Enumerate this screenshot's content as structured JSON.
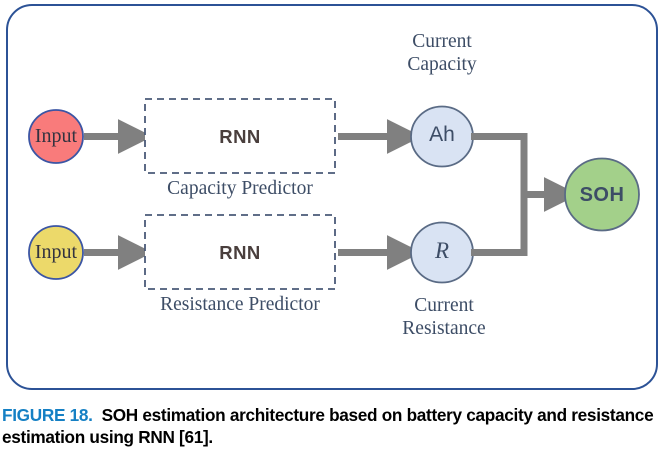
{
  "figure": {
    "caption_number": "FIGURE 18.",
    "caption_text": "SOH estimation architecture based on battery capacity and resistance estimation using RNN [61]."
  },
  "diagram": {
    "type": "block-flow-architecture",
    "title_implied": "SOH estimation architecture",
    "branches": [
      {
        "name": "capacity-branch",
        "input_label": "Input",
        "input_color": "#f97b7b",
        "input_border": "#3b55a4",
        "block_label": "RNN",
        "block_caption": "Capacity Predictor",
        "output_label": "Ah",
        "output_color": "#d9e3f3",
        "output_border": "#5a6b85",
        "output_caption": "Current Capacity"
      },
      {
        "name": "resistance-branch",
        "input_label": "Input",
        "input_color": "#ecd96a",
        "input_border": "#3b55a4",
        "block_label": "RNN",
        "block_caption": "Resistance Predictor",
        "output_label": "R",
        "output_color": "#d9e3f3",
        "output_border": "#5a6b85",
        "output_caption": "Current Resistance"
      }
    ],
    "result": {
      "label": "SOH",
      "color": "#a3d08a",
      "border": "#5a6b85"
    },
    "colors": {
      "frame_border": "#2c5296",
      "arrow": "#808080",
      "label_text": "#3d4d66",
      "block_text": "#4a3f3d",
      "figure_number": "#1580c4"
    },
    "labels": {
      "current_capacity_line1": "Current",
      "current_capacity_line2": "Capacity",
      "current_resistance_line1": "Current",
      "current_resistance_line2": "Resistance",
      "capacity_predictor": "Capacity Predictor",
      "resistance_predictor": "Resistance Predictor"
    }
  }
}
